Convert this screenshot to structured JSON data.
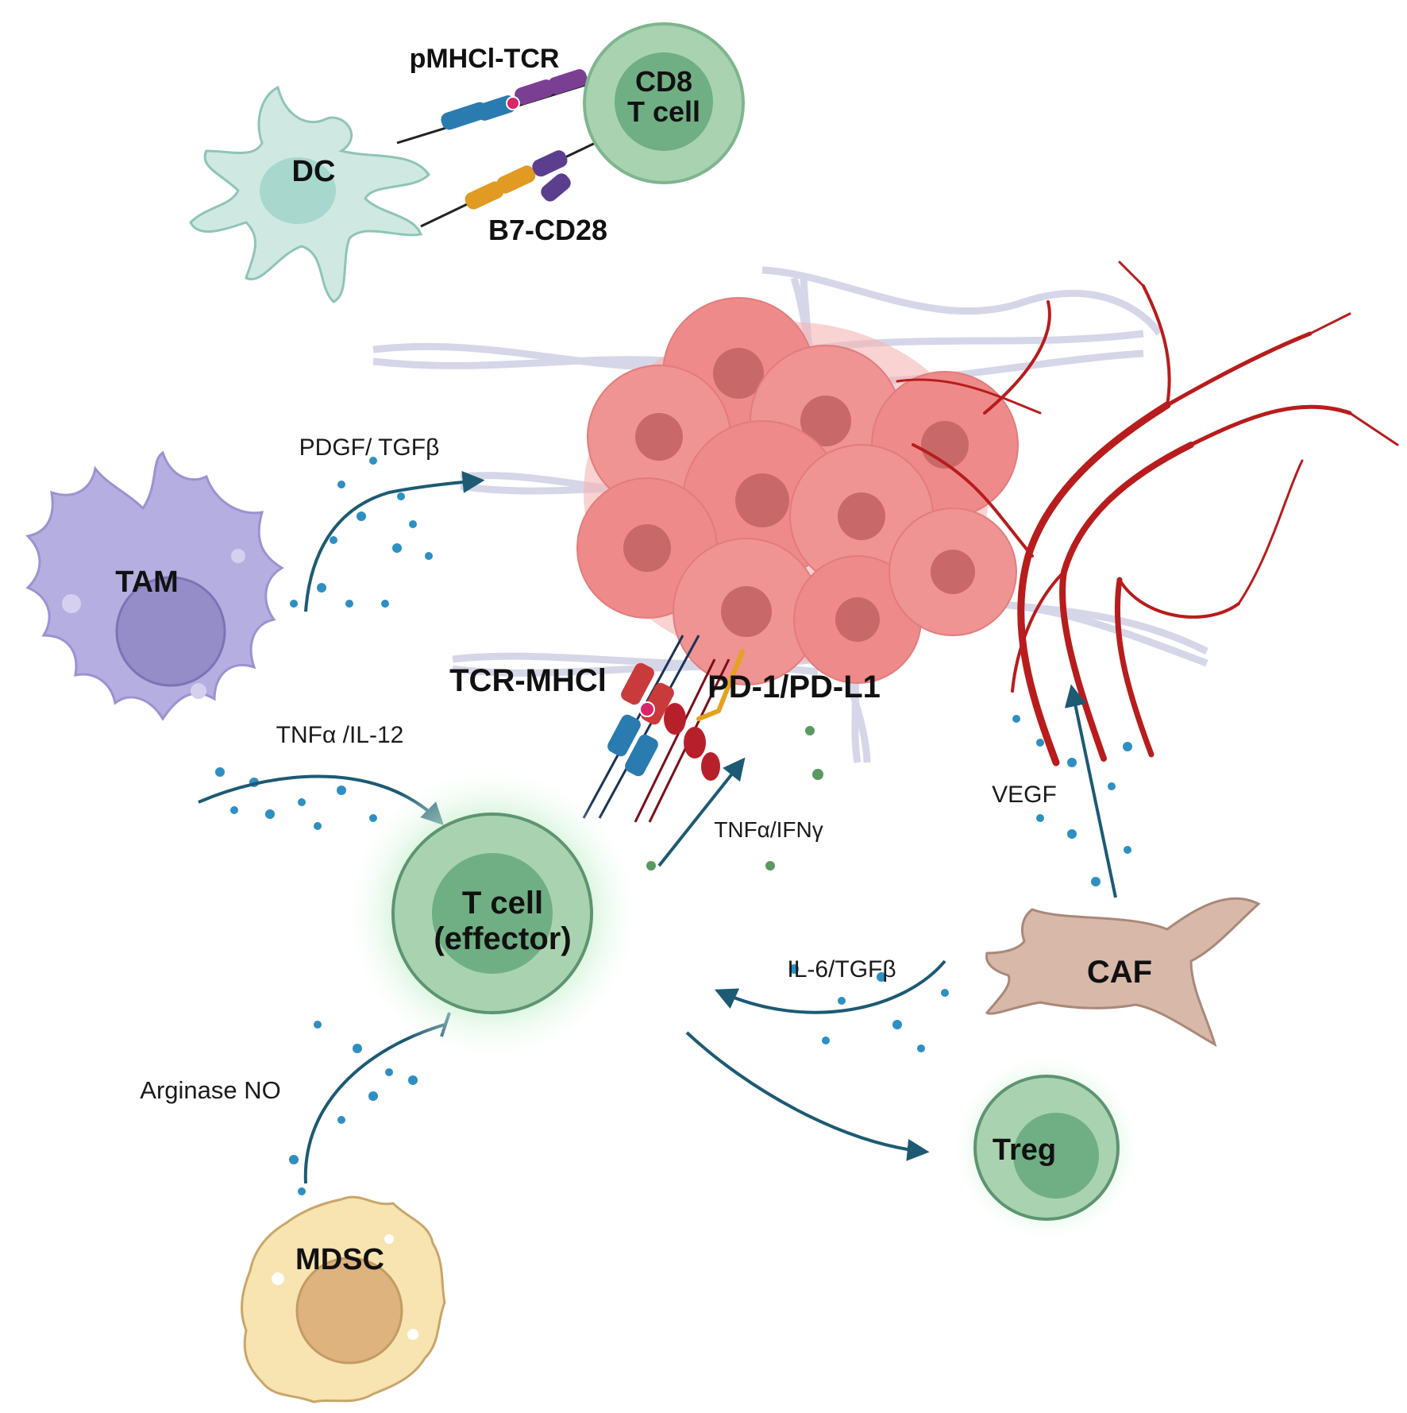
{
  "labels": {
    "dc": "DC",
    "cd8_line1": "CD8",
    "cd8_line2": "T cell",
    "pmhc_tcr": "pMHCl-TCR",
    "b7_cd28": "B7-CD28",
    "tam": "TAM",
    "pdgf_tgfb": "PDGF/ TGFβ",
    "tnfa_il12": "TNFα /IL-12",
    "tcr_mhc": "TCR-MHCl",
    "pd1_pdl1": "PD-1/PD-L1",
    "tnfa_ifng": "TNFα/IFNγ",
    "vegf": "VEGF",
    "effector_line1": "T cell",
    "effector_line2": "(effector)",
    "il6_tgfb": "IL-6/TGFβ",
    "caf": "CAF",
    "arginase_no": "Arginase  NO",
    "treg": "Treg",
    "mdsc": "MDSC"
  },
  "colors": {
    "tumor": "#ef8a8a",
    "tumor_nucleus": "#c96868",
    "vessel": "#b81c1c",
    "collagen": "#c9c9e2",
    "tam_fill": "#b5aee0",
    "tam_nucleus": "#958dc7",
    "dc_fill": "#cfe9e2",
    "tcell_outer": "#a9d3b0",
    "tcell_inner": "#70ae84",
    "caf_fill": "#d8b8a8",
    "mdsc_fill": "#f7e4b0",
    "mdsc_nucleus": "#deb37d",
    "arrow": "#1d5a73",
    "dots": "#2d8fc2"
  }
}
